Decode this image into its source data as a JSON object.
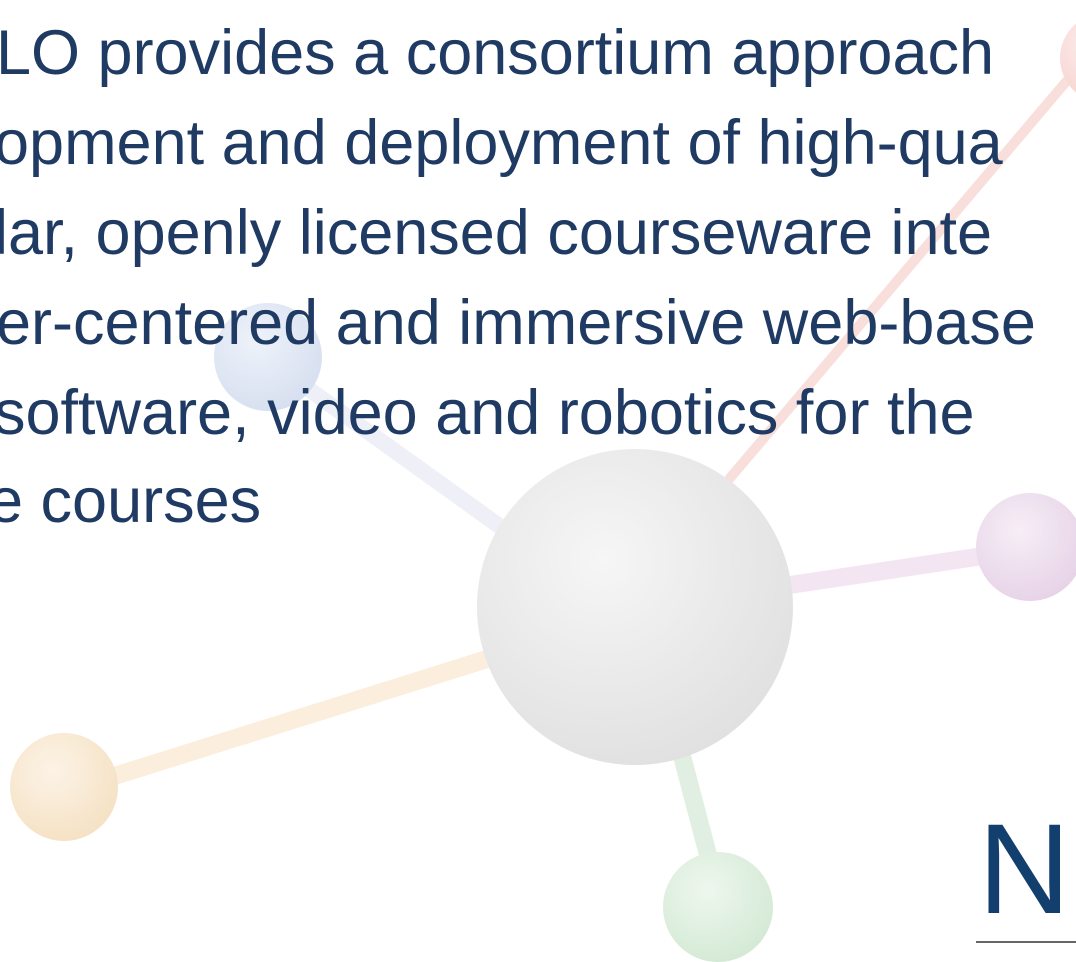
{
  "body": {
    "lines": [
      "LO provides a consortium approach",
      "opment and deployment of high-qua",
      "lar, openly licensed courseware inte",
      "er-centered and immersive web-base",
      "software, video and robotics for the",
      "e courses"
    ]
  },
  "logo": {
    "partial_text": "N"
  },
  "colors": {
    "text": "#1f3a63",
    "logo": "#123f6e",
    "node_center": "#e4e4e4",
    "node_blue": "#d9e2f2",
    "node_orange": "#f7e4c8",
    "node_green": "#d8ecd9",
    "node_purple": "#ecd9ec",
    "node_pink": "#f8d8d3"
  }
}
